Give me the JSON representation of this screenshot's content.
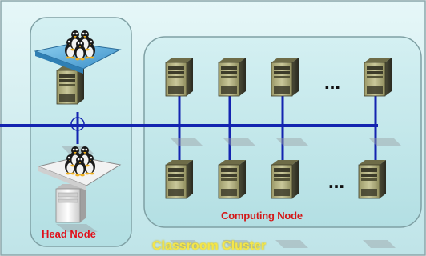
{
  "labels": {
    "head_node": "Head Node",
    "computing_node": "Computing Node",
    "classroom_cluster": "Classroom Cluster"
  },
  "ellipsis": "…",
  "colors": {
    "background": "#cfeef0",
    "panel": "#bfe7ea",
    "bus": "#1424b0",
    "head_label": "#e0101a",
    "cluster_label": "#f4e64a"
  },
  "icons": [
    "server-icon",
    "linux-penguins-icon",
    "network-bus"
  ]
}
